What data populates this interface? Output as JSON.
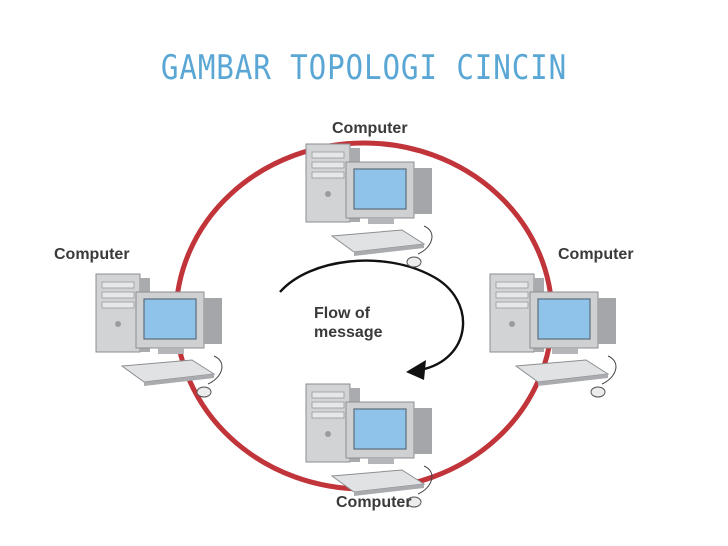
{
  "title": "GAMBAR TOPOLOGI CINCIN",
  "diagram": {
    "nodes": [
      {
        "id": "top",
        "label": "Computer"
      },
      {
        "id": "left",
        "label": "Computer"
      },
      {
        "id": "right",
        "label": "Computer"
      },
      {
        "id": "bottom",
        "label": "Computer"
      }
    ],
    "flow": {
      "line1": "Flow of",
      "line2": "message"
    },
    "colors": {
      "ring": "#c0343a",
      "title": "#5aa7d6",
      "screen": "#8fc3ea",
      "case": "#cfd0d2",
      "arrow": "#111111"
    },
    "icon": "desktop-computer-icon"
  }
}
